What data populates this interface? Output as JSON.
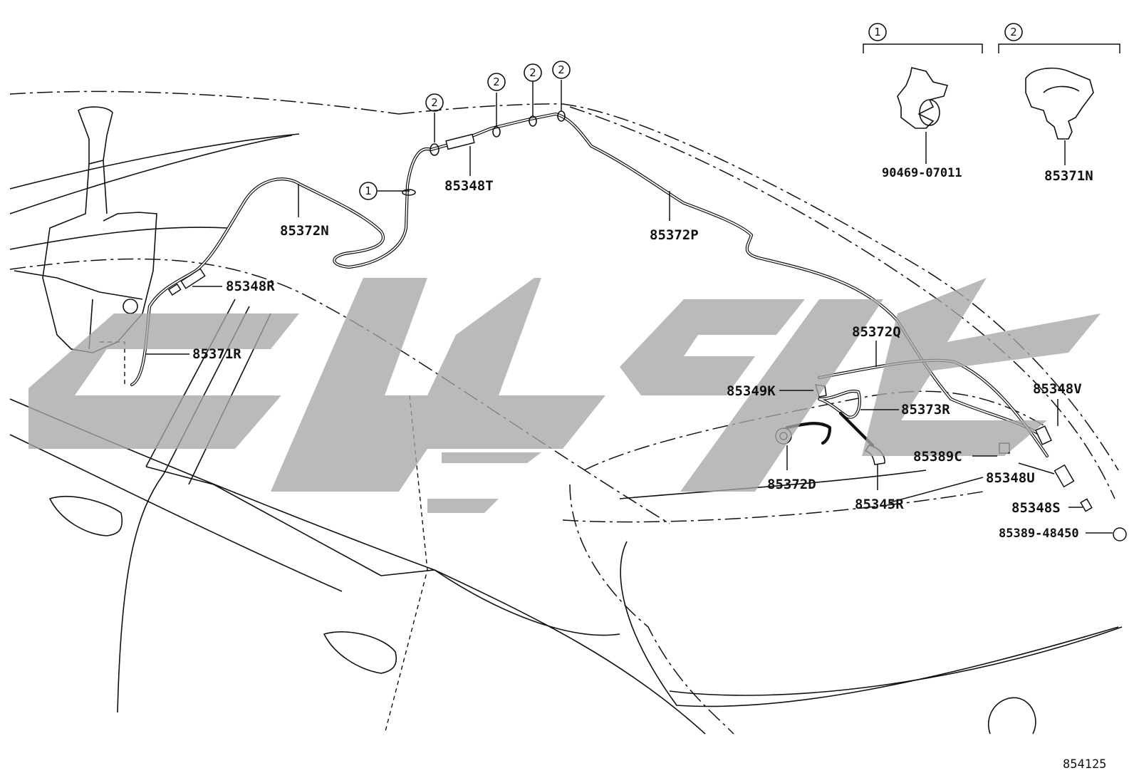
{
  "diagram_code": "854125",
  "legend": [
    {
      "number": "1",
      "part_label": "90469-07011"
    },
    {
      "number": "2",
      "part_label": "85371N"
    }
  ],
  "clip_markers": [
    "2",
    "2",
    "2",
    "2",
    "1"
  ],
  "parts": [
    {
      "id": "85348T",
      "label": "85348T"
    },
    {
      "id": "85372N",
      "label": "85372N"
    },
    {
      "id": "85372P",
      "label": "85372P"
    },
    {
      "id": "85348R",
      "label": "85348R"
    },
    {
      "id": "85371R",
      "label": "85371R"
    },
    {
      "id": "85372Q",
      "label": "85372Q"
    },
    {
      "id": "85349K",
      "label": "85349K"
    },
    {
      "id": "85373R",
      "label": "85373R"
    },
    {
      "id": "85348V",
      "label": "85348V"
    },
    {
      "id": "85389C",
      "label": "85389C"
    },
    {
      "id": "85348U",
      "label": "85348U"
    },
    {
      "id": "85372D",
      "label": "85372D"
    },
    {
      "id": "85345R",
      "label": "85345R"
    },
    {
      "id": "85348S",
      "label": "85348S"
    },
    {
      "id": "85389-48450",
      "label": "85389-48450"
    }
  ]
}
